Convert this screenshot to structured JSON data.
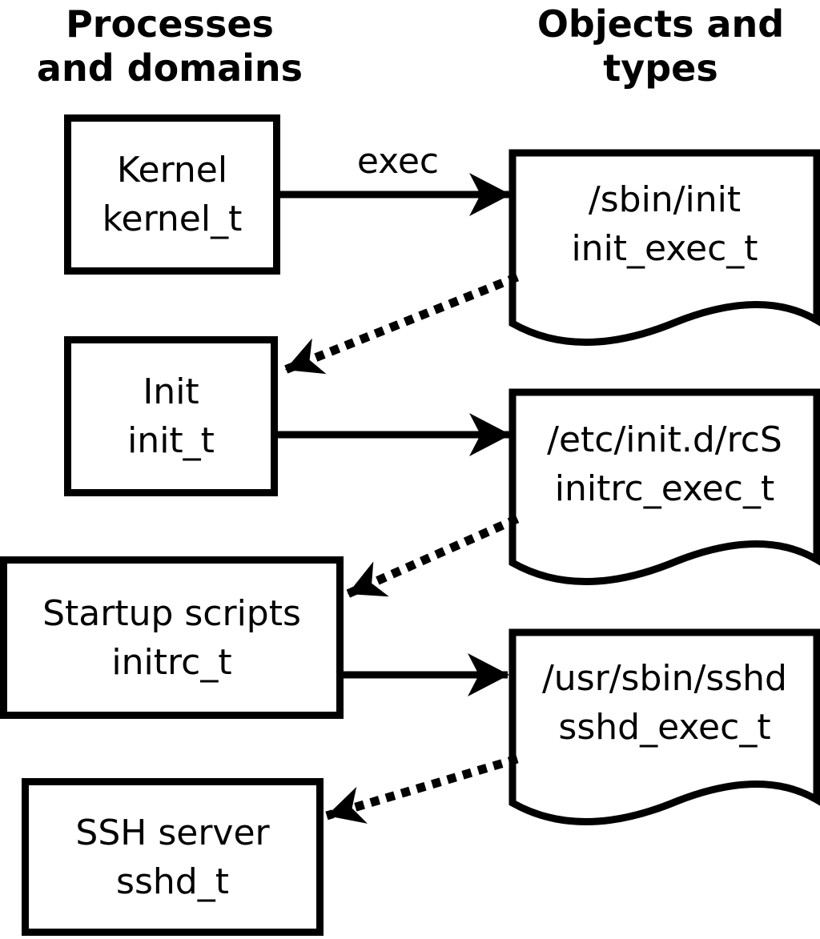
{
  "title_columns": {
    "left": {
      "line1": "Processes",
      "line2": "and domains"
    },
    "right": {
      "line1": "Objects and",
      "line2": "types"
    }
  },
  "arrow_labels": {
    "exec": "exec"
  },
  "nodes": {
    "processes": [
      {
        "label": "Kernel",
        "type": "kernel_t"
      },
      {
        "label": "Init",
        "type": "init_t"
      },
      {
        "label": "Startup scripts",
        "type": "initrc_t"
      },
      {
        "label": "SSH server",
        "type": "sshd_t"
      }
    ],
    "objects": [
      {
        "label": "/sbin/init",
        "type": "init_exec_t"
      },
      {
        "label": "/etc/init.d/rcS",
        "type": "initrc_exec_t"
      },
      {
        "label": "/usr/sbin/sshd",
        "type": "sshd_exec_t"
      }
    ]
  },
  "colors": {
    "stroke": "#000000",
    "background": "#ffffff",
    "text": "#000000"
  }
}
